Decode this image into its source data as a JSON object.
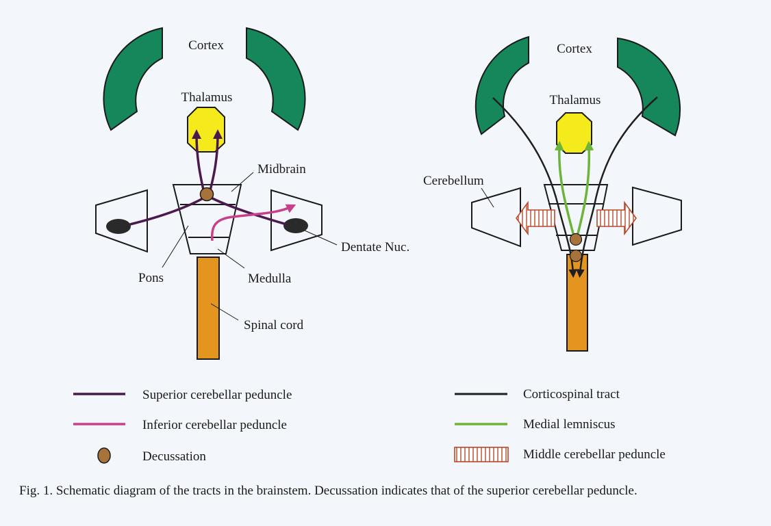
{
  "colors": {
    "cortex": "#15875a",
    "thalamus": "#f5ea1c",
    "spinal_cord": "#e3951f",
    "decussation": "#a8733a",
    "superior_cerebellar_peduncle": "#4a1a4e",
    "inferior_cerebellar_peduncle": "#c9408a",
    "corticospinal_tract": "#1f1f1f",
    "medial_lemniscus": "#6cb43a",
    "middle_cerebellar_peduncle": "#b8482a",
    "dentate_nucleus": "#2a2a2a"
  },
  "left_panel": {
    "labels": {
      "cortex": "Cortex",
      "thalamus": "Thalamus",
      "midbrain": "Midbrain",
      "pons": "Pons",
      "medulla": "Medulla",
      "dentate_nuc": "Dentate Nuc.",
      "spinal_cord": "Spinal cord"
    }
  },
  "right_panel": {
    "labels": {
      "cortex": "Cortex",
      "thalamus": "Thalamus",
      "cerebellum": "Cerebellum"
    }
  },
  "legend": {
    "left": [
      {
        "symbol": "line",
        "color_key": "superior_cerebellar_peduncle",
        "label": "Superior cerebellar peduncle"
      },
      {
        "symbol": "line",
        "color_key": "inferior_cerebellar_peduncle",
        "label": "Inferior cerebellar peduncle"
      },
      {
        "symbol": "circle",
        "color_key": "decussation",
        "label": "Decussation"
      }
    ],
    "right": [
      {
        "symbol": "line",
        "color_key": "corticospinal_tract",
        "label": "Corticospinal tract"
      },
      {
        "symbol": "line",
        "color_key": "medial_lemniscus",
        "label": "Medial lemniscus"
      },
      {
        "symbol": "hatched-box",
        "color_key": "middle_cerebellar_peduncle",
        "label": "Middle cerebellar peduncle"
      }
    ]
  },
  "caption": "Fig. 1.  Schematic diagram of the tracts in the brainstem. Decussation indicates that of the superior cerebellar peduncle."
}
